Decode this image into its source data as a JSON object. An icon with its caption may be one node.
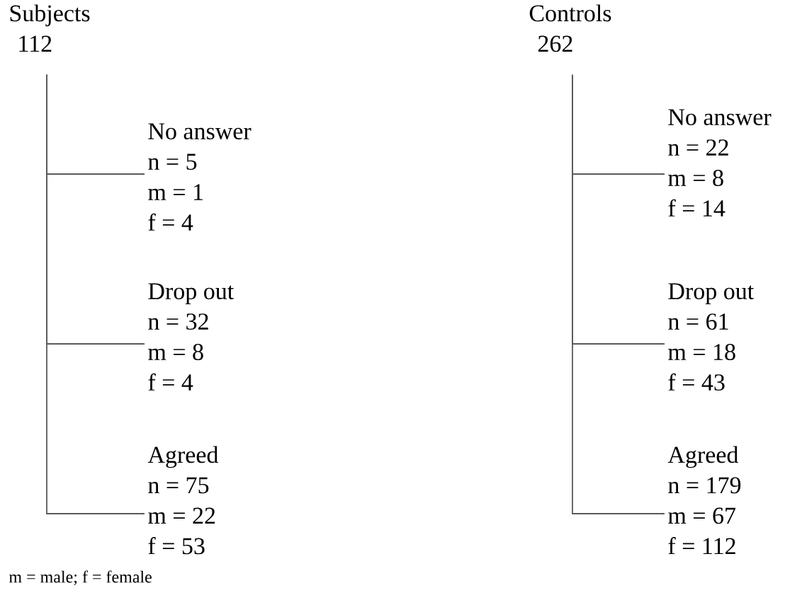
{
  "diagram": {
    "nodes": [
      {
        "text": [
          "Subjects",
          "112"
        ]
      },
      {
        "text": [
          "No answer",
          "n = 5",
          "m = 1",
          "f = 4"
        ]
      },
      {
        "text": [
          "Drop out",
          "n = 32",
          "m = 8",
          "f = 4"
        ]
      },
      {
        "text": [
          "Agreed",
          "n = 75",
          "m = 22",
          "f = 53"
        ]
      },
      {
        "text": [
          "Controls",
          "262"
        ]
      },
      {
        "text": [
          "No answer",
          "n = 22",
          "m = 8",
          "f = 14"
        ]
      },
      {
        "text": [
          "Drop out",
          "n = 61",
          "m = 18",
          "f = 43"
        ]
      },
      {
        "text": [
          "Agreed",
          "n = 179",
          "m = 67",
          "f = 112"
        ]
      }
    ],
    "edges": [
      {
        "from": 0,
        "to": 1,
        "arrow": "none"
      },
      {
        "from": 0,
        "to": 2,
        "arrow": "none"
      },
      {
        "from": 0,
        "to": 3,
        "arrow": "none"
      },
      {
        "from": 4,
        "to": 5,
        "arrow": "none"
      },
      {
        "from": 4,
        "to": 6,
        "arrow": "none"
      },
      {
        "from": 4,
        "to": 7,
        "arrow": "none"
      }
    ],
    "labels": [
      "m = male; f = female"
    ]
  }
}
